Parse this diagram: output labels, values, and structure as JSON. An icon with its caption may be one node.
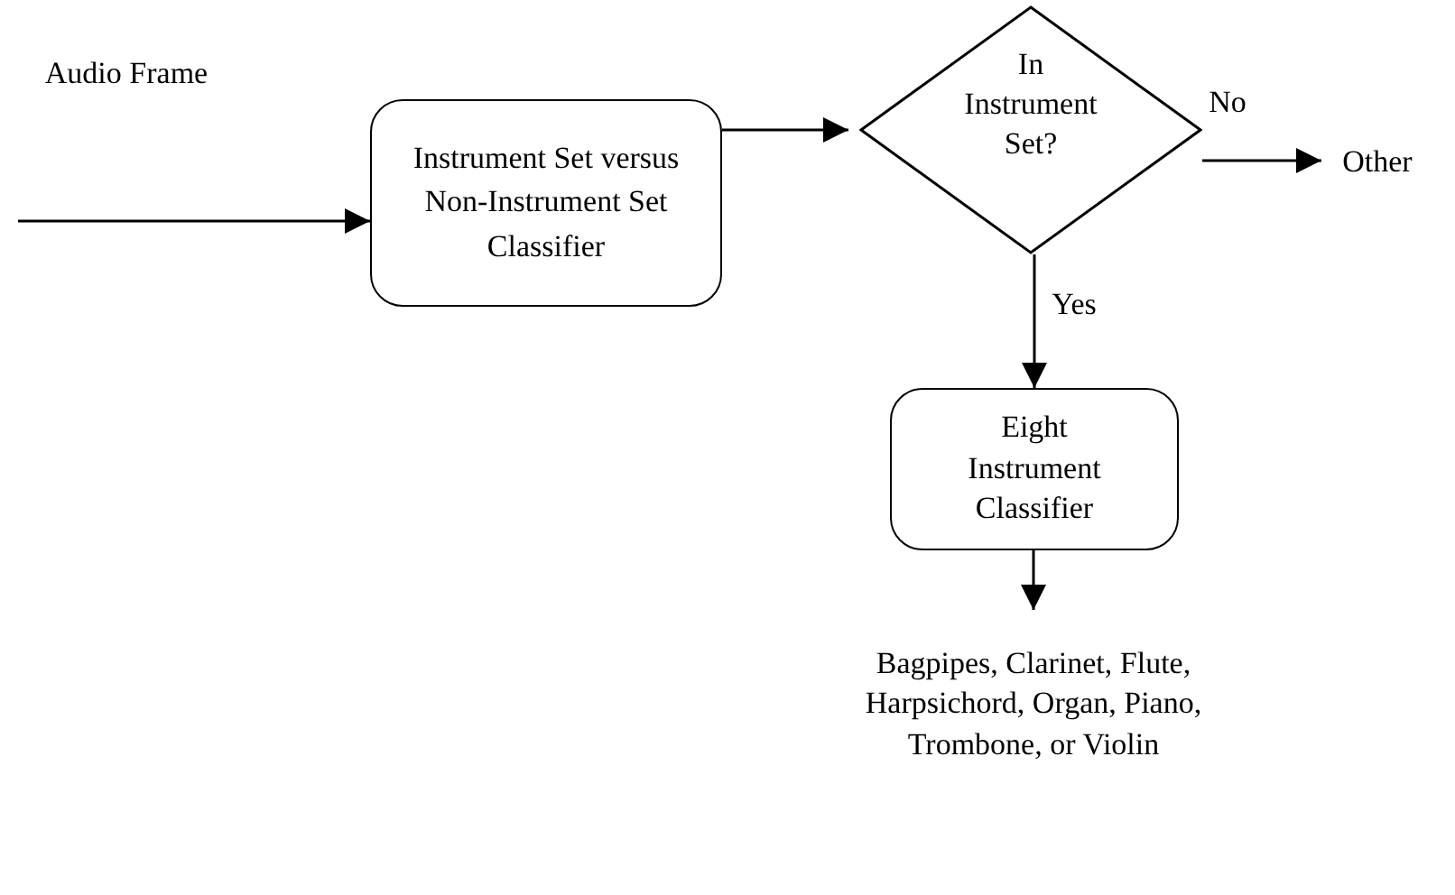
{
  "diagram": {
    "nodes": [
      {
        "text": [
          "Instrument Set versus Non-Instrument Set Classifier"
        ]
      },
      {
        "text": [
          "In Instrument Set?"
        ]
      },
      {
        "text": [
          "Other"
        ]
      },
      {
        "text": [
          "Eight Instrument Classifier"
        ]
      },
      {
        "text": [
          "Bagpipes, Clarinet, Flute, Harpsichord, Organ, Piano, Trombone, or Violin"
        ]
      }
    ],
    "edges": [
      {
        "from": null,
        "to": 0,
        "arrow": "to",
        "label": "Audio Frame"
      },
      {
        "from": 0,
        "to": 1,
        "arrow": "to"
      },
      {
        "from": 1,
        "to": 2,
        "arrow": "to",
        "label": "No"
      },
      {
        "from": 1,
        "to": 3,
        "arrow": "to",
        "label": "Yes"
      },
      {
        "from": 3,
        "to": 4,
        "arrow": "to"
      }
    ]
  }
}
